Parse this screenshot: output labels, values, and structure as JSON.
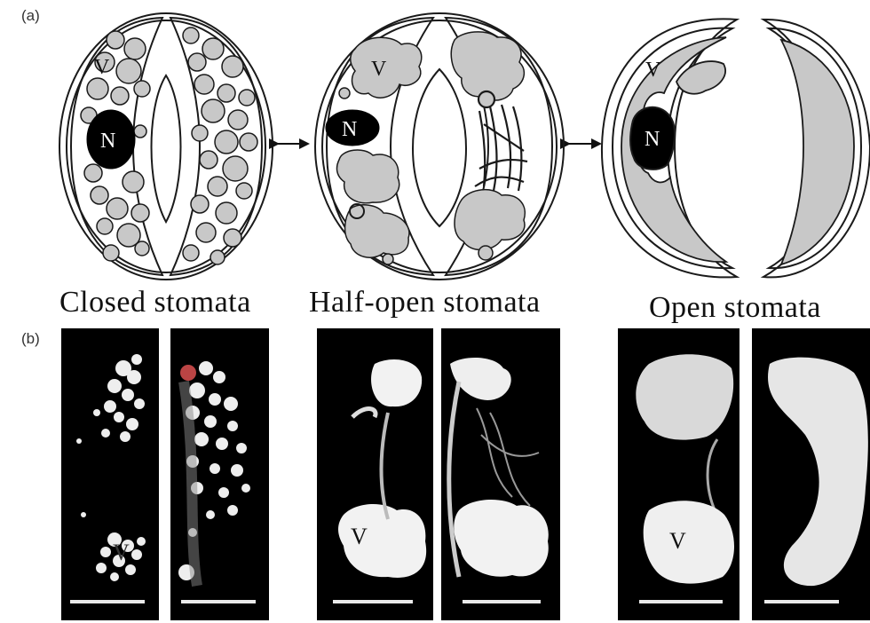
{
  "figure": {
    "panel_a_label": "(a)",
    "panel_b_label": "(b)",
    "captions": {
      "closed": "Closed stomata",
      "half_open": "Half-open stomata",
      "open": "Open stomata"
    },
    "cell_labels": {
      "vacuole": "V",
      "nucleus": "N"
    },
    "colors": {
      "vacuole_fill": "#c8c8c8",
      "nucleus_fill": "#000000",
      "outline": "#1a1a1a",
      "micrograph_bg": "#000000",
      "fluorescence": "#f2f2f2"
    }
  }
}
